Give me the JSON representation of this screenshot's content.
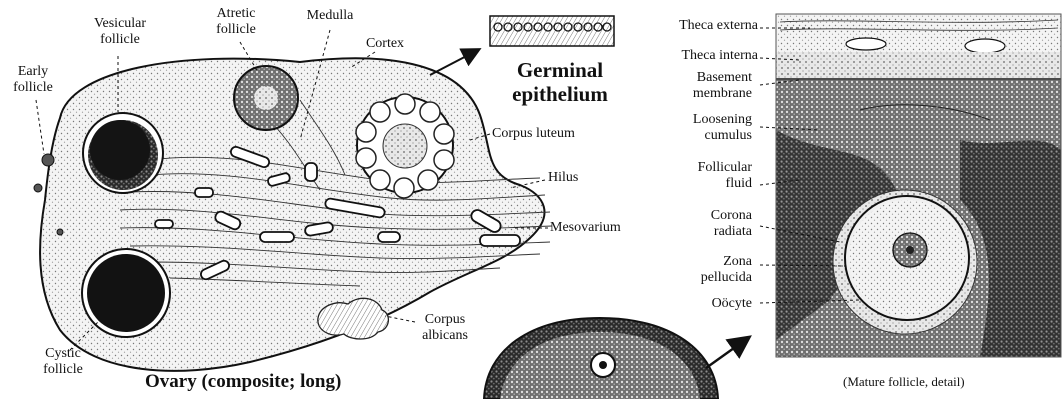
{
  "ovary": {
    "labels": {
      "vesicular_follicle": [
        "Vesicular",
        "follicle"
      ],
      "atretic_follicle": [
        "Atretic",
        "follicle"
      ],
      "medulla": "Medulla",
      "cortex": "Cortex",
      "early_follicle": [
        "Early",
        "follicle"
      ],
      "corpus_luteum": "Corpus luteum",
      "hilus": "Hilus",
      "mesovarium": "Mesovarium",
      "corpus_albicans": [
        "Corpus",
        "albicans"
      ],
      "cystic_follicle": [
        "Cystic",
        "follicle"
      ]
    },
    "title": "Ovary (composite; long)"
  },
  "germinal_epithelium": {
    "label": [
      "Germinal",
      "epithelium"
    ]
  },
  "mature_follicle": {
    "labels": [
      [
        "Theca externa"
      ],
      [
        "Theca interna"
      ],
      [
        "Basement",
        "membrane"
      ],
      [
        "Loosening",
        "cumulus"
      ],
      [
        "Follicular",
        "fluid"
      ],
      [
        "Corona",
        "radiata"
      ],
      [
        "Zona",
        "pellucida"
      ],
      [
        "Oöcyte"
      ]
    ],
    "caption": "(Mature follicle, detail)"
  },
  "colors": {
    "ink": "#111111",
    "paper": "#ffffff",
    "stipple": "#8a8a8a",
    "dark_fill": "#1c1c1c",
    "mid_fill": "#4a4a4a"
  }
}
